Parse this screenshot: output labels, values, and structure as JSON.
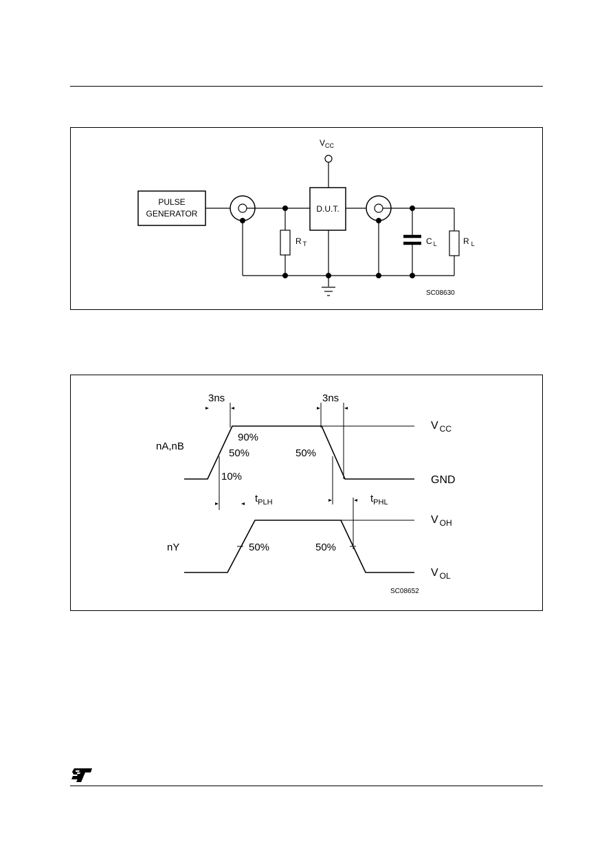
{
  "test_circuit": {
    "vcc_label": "V",
    "vcc_sub": "CC",
    "pulse_generator_line1": "PULSE",
    "pulse_generator_line2": "GENERATOR",
    "dut_label": "D.U.T.",
    "rt_label": "R",
    "rt_sub": "T",
    "cl_label": "C",
    "cl_sub": "L",
    "rl_label": "R",
    "rl_sub": "L",
    "code": "SC08630"
  },
  "waveform": {
    "rise_time": "3ns",
    "fall_time": "3ns",
    "input_label": "nA,nB",
    "output_label": "nY",
    "pct_90": "90%",
    "pct_50_rise": "50%",
    "pct_10": "10%",
    "pct_50_fall": "50%",
    "out_pct_50_rise": "50%",
    "out_pct_50_fall": "50%",
    "tplh": "t",
    "tplh_sub": "PLH",
    "tphl": "t",
    "tphl_sub": "PHL",
    "vcc": "V",
    "vcc_sub": "CC",
    "gnd": "GND",
    "voh": "V",
    "voh_sub": "OH",
    "vol": "V",
    "vol_sub": "OL",
    "code": "SC08652"
  },
  "logo_text": "ST"
}
